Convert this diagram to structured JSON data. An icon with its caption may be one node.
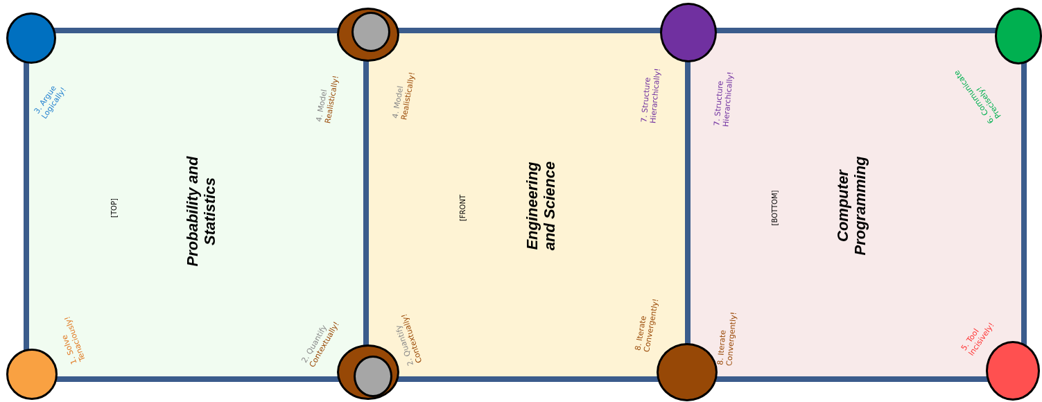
{
  "diagram": {
    "nodes": [
      {
        "text": [
          "Probability and Statistics",
          "[TOP]",
          "3. Argue Logically!",
          "4. Model Realistically!",
          "1. Solve Tenaciously!",
          "2. Quantify Contextually!"
        ]
      },
      {
        "text": [
          "Engineering and Science",
          "[FRONT",
          "4. Model Realistically!",
          "7. Structure Hierarchically!",
          "2. Quantify Contextually!",
          "8. Iterate Convergently!"
        ]
      },
      {
        "text": [
          "Computer Programming",
          "[BOTTOM]",
          "7. Structure Hierarchically!",
          "6. Communicate Precisely!",
          "8. Iterate Convergently!",
          "5. Tool Incisively!"
        ]
      },
      {
        "text": [],
        "shape": "circle"
      },
      {
        "text": [],
        "shape": "circle"
      },
      {
        "text": [],
        "shape": "circle",
        "in": 4
      },
      {
        "text": [],
        "shape": "circle"
      },
      {
        "text": [],
        "shape": "circle"
      },
      {
        "text": [],
        "shape": "circle"
      },
      {
        "text": [],
        "shape": "circle"
      },
      {
        "text": [],
        "shape": "circle",
        "in": 9
      },
      {
        "text": [],
        "shape": "circle"
      },
      {
        "text": [],
        "shape": "circle"
      }
    ]
  }
}
